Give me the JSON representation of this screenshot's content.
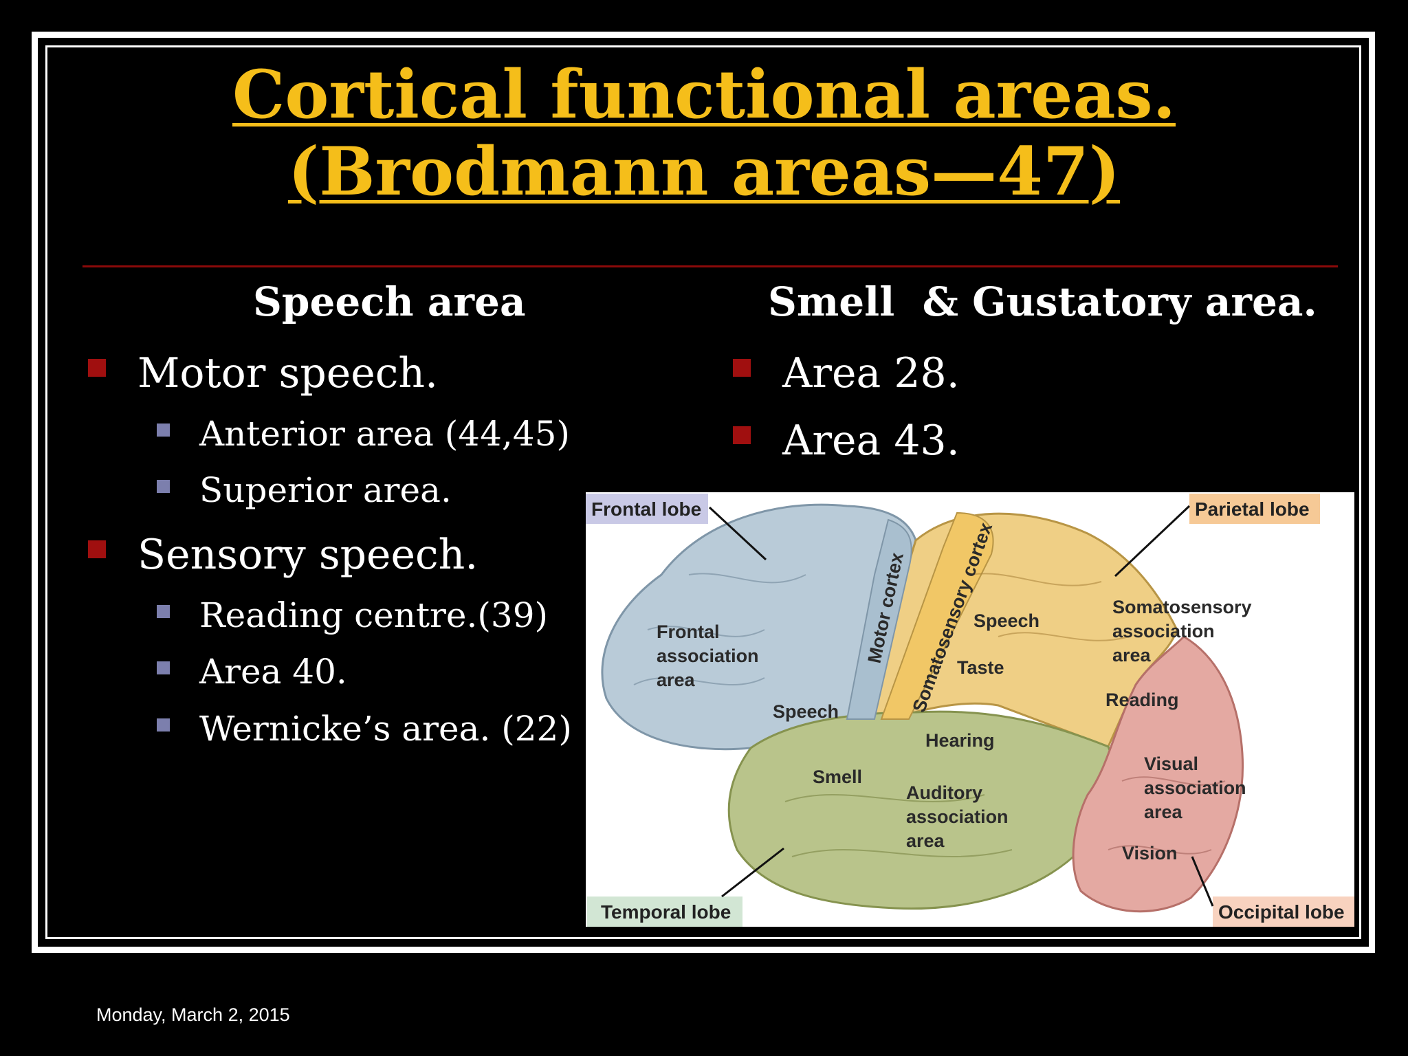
{
  "title": {
    "line1": "Cortical functional areas.",
    "line2": "(Brodmann areas—47)"
  },
  "left": {
    "heading": "Speech area",
    "bullets": [
      {
        "text": "Motor speech.",
        "sub": [
          "Anterior area (44,45)",
          "Superior area."
        ]
      },
      {
        "text": "Sensory speech.",
        "sub": [
          "Reading centre.(39)",
          "Area 40.",
          "Wernicke’s area. (22)"
        ]
      }
    ]
  },
  "right": {
    "heading": "Smell  & Gustatory area.",
    "bullets": [
      "Area 28.",
      "Area 43."
    ]
  },
  "diagram": {
    "lobe_labels": {
      "frontal": "Frontal lobe",
      "parietal": "Parietal lobe",
      "temporal": "Temporal lobe",
      "occipital": "Occipital lobe"
    },
    "area_labels": {
      "motor_cortex": "Motor cortex",
      "somatosensory_cortex": "Somatosensory cortex",
      "frontal_assoc": [
        "Frontal",
        "association",
        "area"
      ],
      "speech_frontal": "Speech",
      "speech_parietal": "Speech",
      "taste": "Taste",
      "somatosensory_assoc": [
        "Somatosensory",
        "association",
        "area"
      ],
      "reading": "Reading",
      "hearing": "Hearing",
      "smell": "Smell",
      "auditory_assoc": [
        "Auditory",
        "association",
        "area"
      ],
      "visual_assoc": [
        "Visual",
        "association",
        "area"
      ],
      "vision": "Vision"
    },
    "colors": {
      "frontal": "#b9cbd8",
      "parietal": "#efcf85",
      "temporal": "#b9c48b",
      "occipital": "#e4a9a2",
      "frontal_tag": "#c9c9e6",
      "parietal_tag": "#f6c996",
      "temporal_tag": "#d2e6d4",
      "occipital_tag": "#f8d2bf"
    }
  },
  "footer": {
    "date": "Monday, March 2, 2015"
  }
}
